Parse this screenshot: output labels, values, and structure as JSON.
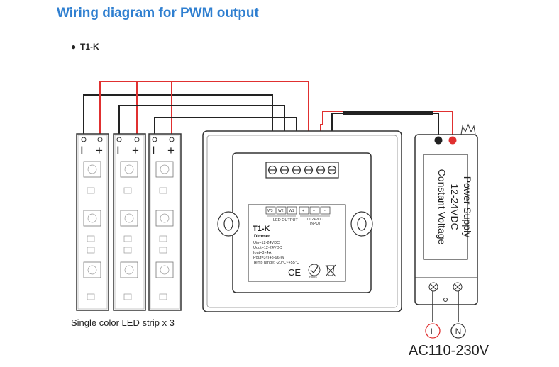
{
  "title": "Wiring diagram for PWM output",
  "model_bullet": "●",
  "model": "T1-K",
  "led_strip": {
    "caption": "Single color LED strip x 3",
    "neg_label": "I",
    "pos_label": "+"
  },
  "dimmer": {
    "terminals": [
      "W3",
      "W2",
      "W1",
      "+",
      "+",
      "-"
    ],
    "led_output_label": "LED OUTPUT",
    "input_label_line1": "12-24VDC",
    "input_label_line2": "INPUT",
    "name": "T1-K",
    "subtitle": "Dimmer",
    "specs": [
      "Uin=12-24VDC",
      "Uout=12-24VDC",
      "Iout=3×4A",
      "Pout=3×(48-96)W",
      "Temp range: -20℃~+55℃"
    ],
    "ce_mark": "CE",
    "rohs_mark": "RoHS"
  },
  "power_supply": {
    "line1": "Power Supply",
    "line2": "12-24VDC",
    "line3": "Constant Voltage"
  },
  "mains": {
    "l_label": "L",
    "n_label": "N",
    "voltage": "AC110-230V"
  },
  "colors": {
    "title": "#2f7fd0",
    "positive_wire": "#e03030",
    "negative_wire": "#222222"
  }
}
